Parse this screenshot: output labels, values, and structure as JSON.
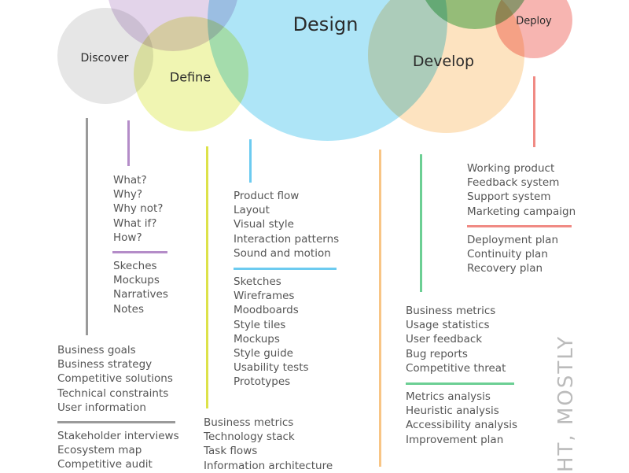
{
  "phases": {
    "discover": {
      "label": "Discover",
      "color": "#e6e6e6"
    },
    "define": {
      "label": "Define",
      "color": "#eef4b0"
    },
    "design": {
      "label": "Design",
      "color": "#aee5f7"
    },
    "develop": {
      "label": "Develop",
      "color": "#fde3c0"
    },
    "deploy": {
      "label": "Deploy",
      "color": "#f7b5b1"
    }
  },
  "lists": {
    "define_questions": [
      "What?",
      "Why?",
      "Why not?",
      "What if?",
      "How?"
    ],
    "define_outputs": [
      "Skeches",
      "Mockups",
      "Narratives",
      "Notes"
    ],
    "discover_inputs": [
      "Business goals",
      "Business strategy",
      "Competitive solutions",
      "Technical constraints",
      "User information"
    ],
    "discover_outputs": [
      "Stakeholder interviews",
      "Ecosystem map",
      "Competitive audit"
    ],
    "design_topics": [
      "Product flow",
      "Layout",
      "Visual style",
      "Interaction patterns",
      "Sound and motion"
    ],
    "design_outputs": [
      "Sketches",
      "Wireframes",
      "Moodboards",
      "Style tiles",
      "Mockups",
      "Style guide",
      "Usability tests",
      "Prototypes"
    ],
    "design_inputs": [
      "Business metrics",
      "Technology stack",
      "Task flows",
      "Information architecture"
    ],
    "develop_inputs": [
      "Business metrics",
      "Usage statistics",
      "User feedback",
      "Bug reports",
      "Competitive threat"
    ],
    "develop_outputs": [
      "Metrics analysis",
      "Heuristic analysis",
      "Accessibility analysis",
      "Improvement plan"
    ],
    "deploy_outputs": [
      "Working product",
      "Feedback system",
      "Support system",
      "Marketing campaign"
    ],
    "deploy_plans": [
      "Deployment plan",
      "Continuity plan",
      "Recovery plan"
    ]
  },
  "side_text": "HT, MOSTLY"
}
